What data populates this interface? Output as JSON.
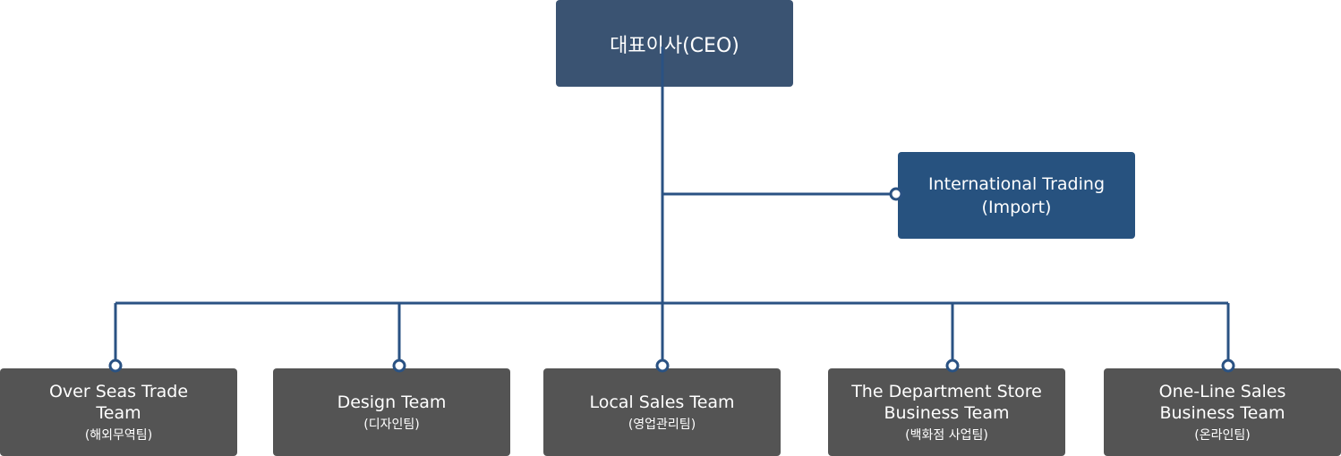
{
  "ceo": {
    "label": "대표이사(CEO)"
  },
  "international": {
    "line1": "International Trading",
    "line2": "(Import)"
  },
  "teams": [
    {
      "name": "Over Seas Trade Team",
      "korean": "(해외무역팀)"
    },
    {
      "name": "Design Team",
      "korean": "(디자인팀)"
    },
    {
      "name": "Local Sales Team",
      "korean": "(영업관리팀)"
    },
    {
      "name": "The Department Store Business Team",
      "korean": "(백화점 사업팀)"
    },
    {
      "name": "One-Line Sales Business Team",
      "korean": "(온라인팀)"
    }
  ],
  "colors": {
    "ceo": "#3a5372",
    "international": "#27527f",
    "team": "#545454",
    "line": "#2a5283"
  }
}
